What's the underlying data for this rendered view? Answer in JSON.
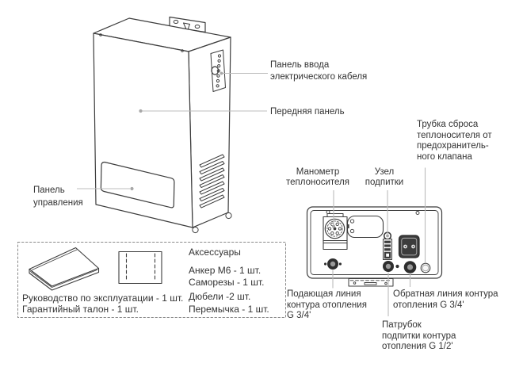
{
  "colors": {
    "line": "#3c3c3c",
    "leader_line": "#bcbcbc",
    "text": "#333333",
    "background": "#ffffff"
  },
  "labels": {
    "cable_entry_panel": "Панель ввода\nэлектрического кабеля",
    "front_panel": "Передняя панель",
    "control_panel": "Панель\nуправления",
    "relief_tube": "Трубка сброса\nтеплоносителя от\nпредохранитель-\nного клапана",
    "pressure_gauge": "Манометр\nтеплоносителя",
    "makeup_unit": "Узел\nподпитки",
    "supply_line": "Подающая линия\nконтура отопления\nG 3/4'",
    "return_line": "Обратная линия контура\nотопления G 3/4'",
    "makeup_pipe": "Патрубок\nподпитки контура\nотопления G 1/2'"
  },
  "accessories": {
    "title": "Аксессуары",
    "items": [
      "Анкер М6 - 1 шт.",
      "Саморезы - 1 шт.",
      "Дюбели -2 шт.",
      "Перемычка - 1 шт."
    ],
    "manual": "Руководство по эксплуатации - 1 шт.",
    "warranty": "Гарантийный талон - 1 шт."
  }
}
